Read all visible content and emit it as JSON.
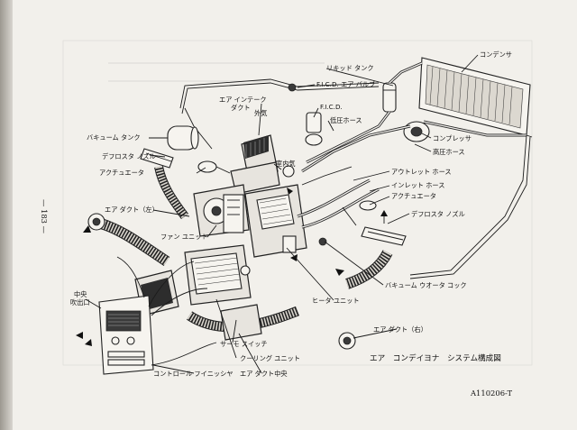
{
  "page_number": "— 183 —",
  "figure_title": "エア　コンデイヨナ　システム構成図",
  "figure_ref": "A110206-T",
  "labels": {
    "condenser": "コンデンサ",
    "liquid_tank": "リキッド タンク",
    "ficd_air_valve": "F.I.C.D. エア バルブ",
    "ficd": "F.I.C.D.",
    "air_intake_duct_1": "エア インテーク",
    "air_intake_duct_2": "ダクト",
    "outside_air": "外気",
    "low_pressure_hose": "低圧ホース",
    "vacuum_tank": "バキューム タンク",
    "compressor": "コンプレッサ",
    "high_pressure_hose": "高圧ホース",
    "defroster_nozzle_left": "デフロスタ ノズル",
    "inside_air": "室内気",
    "actuator_left": "アクチュエータ",
    "outlet_hose": "アウトレット ホース",
    "inlet_hose": "インレット ホース",
    "actuator_right": "アクチュエータ",
    "air_duct_left": "エア ダクト（左）",
    "defroster_nozzle_right": "デフロスタ ノズル",
    "fan_unit": "ファン ユニット",
    "vacuum_water_cock": "バキューム ウオータ コック",
    "heater_unit": "ヒータ ユニット",
    "center_outlet_1": "中央",
    "center_outlet_2": "吹出口",
    "air_duct_right": "エア ダクト（右）",
    "thermo_switch": "サーモ スイッチ",
    "cooling_unit": "クーリング ユニット",
    "control_finisher": "コントロール フイニッシヤ",
    "air_duct_center": "エア ダクト中央"
  }
}
